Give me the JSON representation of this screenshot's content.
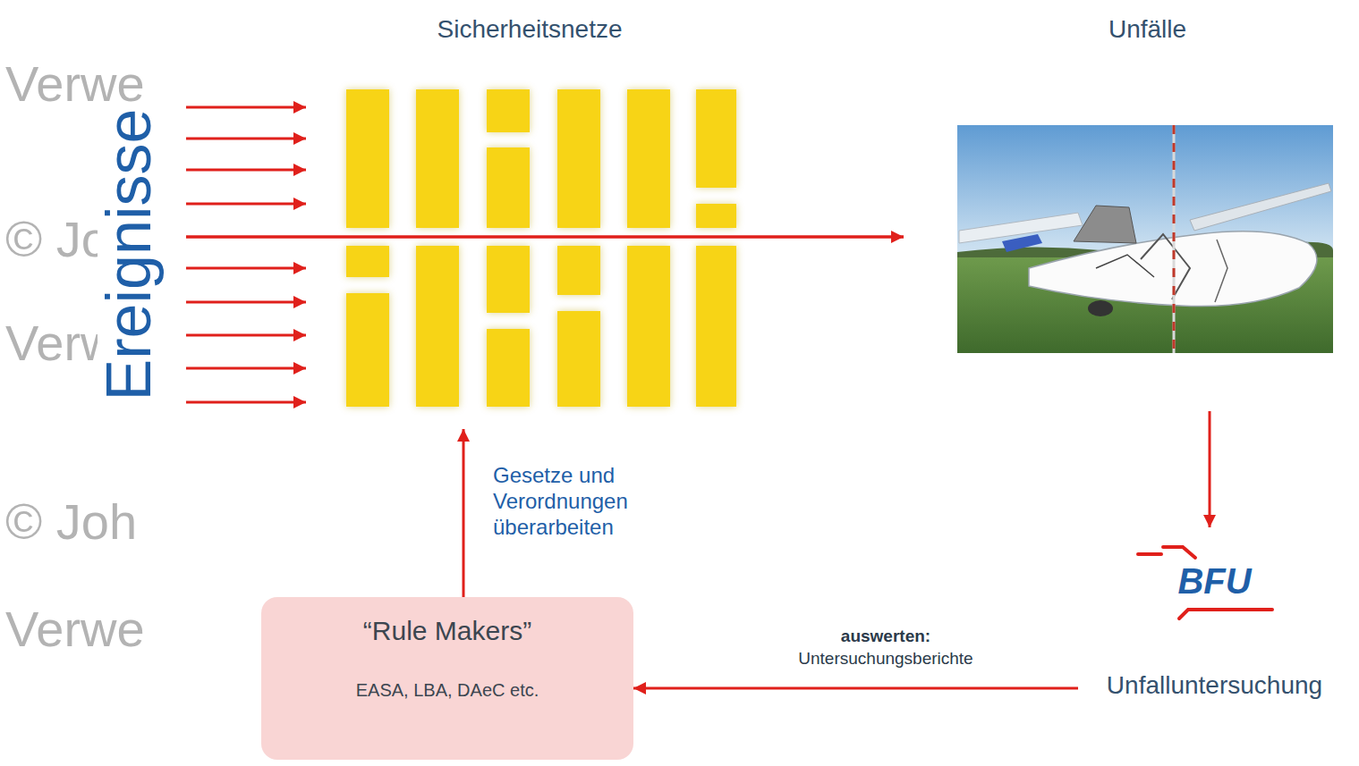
{
  "diagram": {
    "nodes": [
      {
        "text": [
          "Ereignisse"
        ]
      },
      {
        "text": [
          "Sicherheitsnetze"
        ]
      },
      {
        "text": [
          "Unfälle"
        ]
      },
      {
        "text": [
          "BFU",
          "Unfalluntersuchung"
        ]
      },
      {
        "text": [
          "“Rule Makers”",
          "EASA, LBA, DAeC etc."
        ]
      }
    ],
    "edges": [
      {
        "from": 0,
        "to": 1,
        "arrow": "to"
      },
      {
        "from": 0,
        "to": 1,
        "arrow": "to"
      },
      {
        "from": 0,
        "to": 1,
        "arrow": "to"
      },
      {
        "from": 0,
        "to": 1,
        "arrow": "to"
      },
      {
        "from": 0,
        "to": 1,
        "arrow": "to"
      },
      {
        "from": 0,
        "to": 1,
        "arrow": "to"
      },
      {
        "from": 0,
        "to": 1,
        "arrow": "to"
      },
      {
        "from": 0,
        "to": 1,
        "arrow": "to"
      },
      {
        "from": 0,
        "to": 1,
        "arrow": "to"
      },
      {
        "from": 0,
        "to": 2,
        "arrow": "to"
      },
      {
        "from": 2,
        "to": 3,
        "arrow": "to"
      },
      {
        "from": 3,
        "to": 4,
        "arrow": "to",
        "label": "auswerten: Untersuchungsberichte"
      },
      {
        "from": 4,
        "to": 1,
        "arrow": "to",
        "label": "Gesetze und Verordnungen überarbeiten"
      }
    ],
    "labels": [
      "Verwe",
      "© Joh",
      "Verwe",
      "© Joh",
      "Verwe"
    ]
  }
}
